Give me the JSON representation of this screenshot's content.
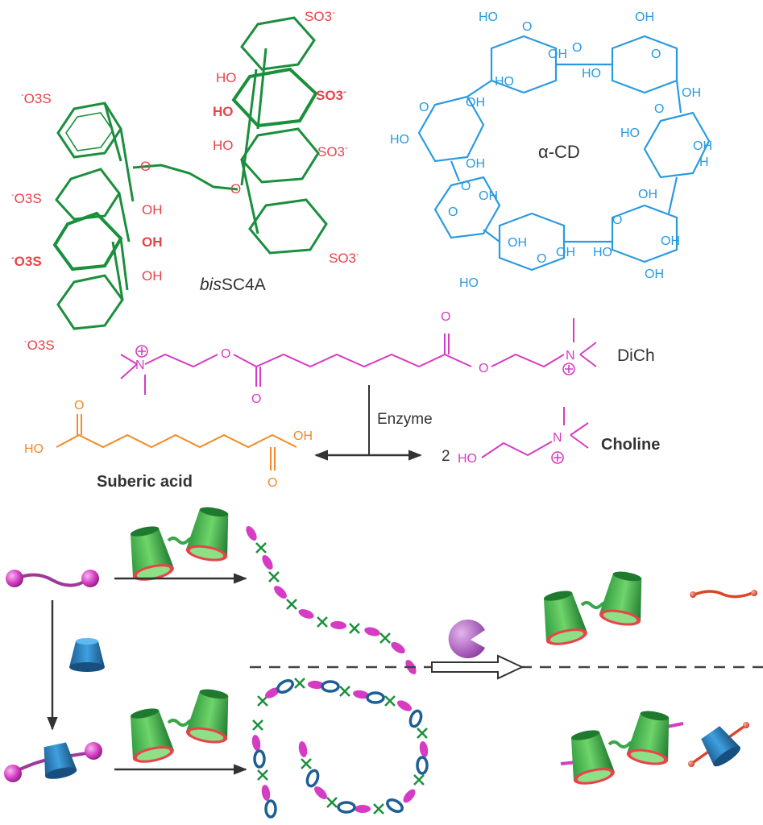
{
  "labels": {
    "bissc4a_prefix": "bis",
    "bissc4a_suffix": "SC4A",
    "alpha_cd": "α-CD",
    "dich": "DiCh",
    "enzyme": "Enzyme",
    "choline": "Choline",
    "choline_coeff": "2",
    "suberic_acid": "Suberic acid"
  },
  "groups": {
    "so3": "SO3",
    "o3s": "O3S",
    "oh": "OH",
    "ho": "HO",
    "o": "O",
    "n": "N",
    "h": "H"
  },
  "colors": {
    "sulfonate_red": "#e8434a",
    "calixarene_green": "#1a8f3c",
    "cyclodextrin_blue": "#2a9ae0",
    "choline_magenta": "#d63cc3",
    "suberic_orange": "#f08a2a",
    "enzyme_purple": "#b44fc4",
    "text_dark": "#333333"
  }
}
